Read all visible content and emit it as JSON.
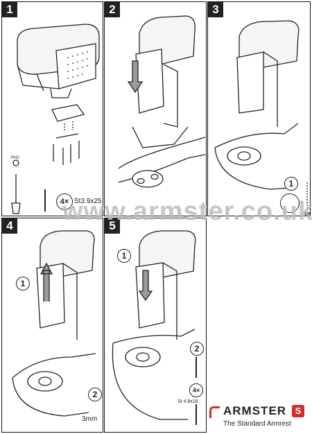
{
  "panels": [
    {
      "number": "1"
    },
    {
      "number": "2"
    },
    {
      "number": "3"
    },
    {
      "number": "4"
    },
    {
      "number": "5"
    }
  ],
  "step1": {
    "screw_count": "4×",
    "screw_spec": "St3.9x25",
    "tool_label": "PH2"
  },
  "step3": {
    "callout": "1"
  },
  "step4": {
    "callout_1": "1",
    "callout_2": "2",
    "measure": "3mm"
  },
  "step5": {
    "callout_1": "1",
    "callout_2": "2",
    "screw_count": "4×",
    "screw_spec": "St 4.8x16"
  },
  "watermark": "www.armster.co.uk",
  "brand": {
    "name": "ARMSTER",
    "badge": "S",
    "tagline": "The Standard Armrest",
    "accent": "#d42a2a"
  }
}
